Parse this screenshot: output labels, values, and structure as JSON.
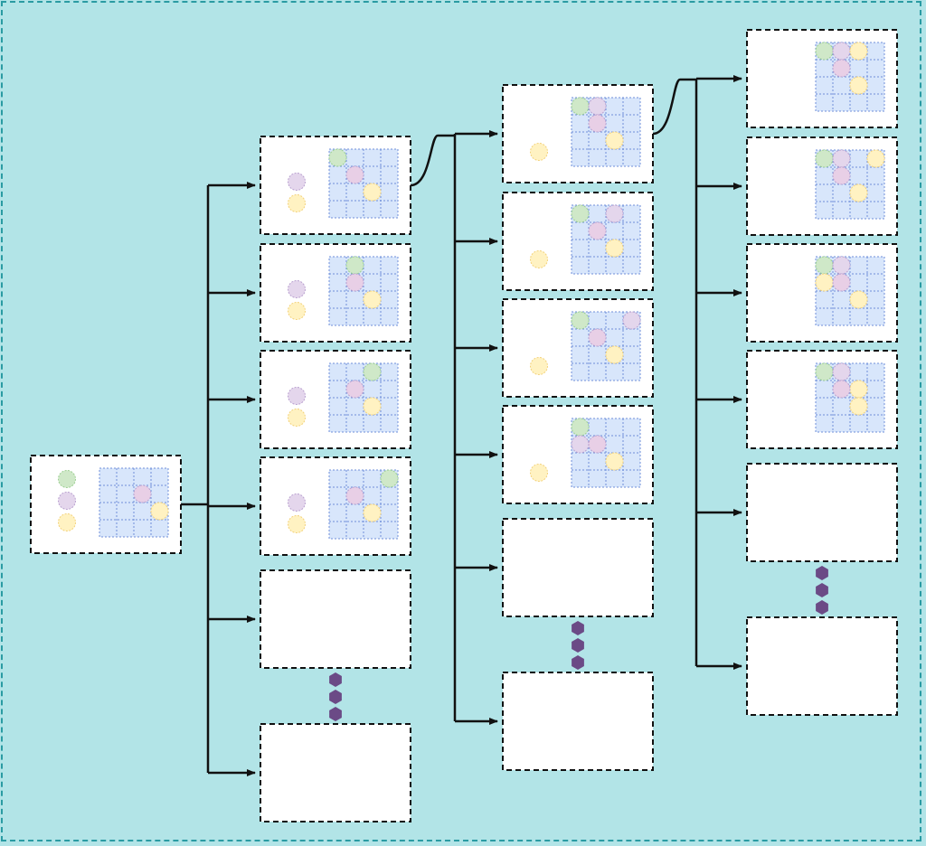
{
  "colors": {
    "background": "#b2e4e7",
    "frame_border": "#2a9ba3",
    "card_fill": "#ffffff",
    "card_border": "#111111",
    "arrow": "#111111",
    "grid_fill": "#d8e6fb",
    "grid_line": "#6f8fd8",
    "piece_green": "#cfe8c8",
    "piece_green_stroke": "#9ccf92",
    "piece_purple": "#e4d6ec",
    "piece_purple_stroke": "#b9a0cf",
    "piece_yellow": "#fff2c2",
    "piece_yellow_stroke": "#f3d27a",
    "piece_pink": "#e8cfe6",
    "ellipsis_dot": "#6b4a86"
  },
  "grid": {
    "rows": 4,
    "cols": 4
  },
  "pieces": [
    "green",
    "purple",
    "yellow"
  ],
  "root": {
    "side": [
      "green",
      "purple",
      "yellow"
    ],
    "board": [
      [
        2,
        1,
        "pink"
      ],
      [
        3,
        2,
        "yellow"
      ]
    ]
  },
  "levels": [
    {
      "states": [
        {
          "side": [
            "purple",
            "yellow"
          ],
          "board": [
            [
              0,
              0,
              "green"
            ],
            [
              1,
              1,
              "pink"
            ],
            [
              2,
              2,
              "yellow"
            ]
          ]
        },
        {
          "side": [
            "purple",
            "yellow"
          ],
          "board": [
            [
              1,
              0,
              "green"
            ],
            [
              1,
              1,
              "pink"
            ],
            [
              2,
              2,
              "yellow"
            ]
          ]
        },
        {
          "side": [
            "purple",
            "yellow"
          ],
          "board": [
            [
              2,
              0,
              "green"
            ],
            [
              1,
              1,
              "pink"
            ],
            [
              2,
              2,
              "yellow"
            ]
          ]
        },
        {
          "side": [
            "purple",
            "yellow"
          ],
          "board": [
            [
              3,
              0,
              "green"
            ],
            [
              1,
              1,
              "pink"
            ],
            [
              2,
              2,
              "yellow"
            ]
          ]
        }
      ],
      "empty_before_ellipsis": 1,
      "empty_after_ellipsis": 1,
      "expanded_index": 0
    },
    {
      "states": [
        {
          "side": [
            "yellow"
          ],
          "board": [
            [
              0,
              0,
              "green"
            ],
            [
              1,
              0,
              "purple"
            ],
            [
              1,
              1,
              "pink"
            ],
            [
              2,
              2,
              "yellow"
            ]
          ]
        },
        {
          "side": [
            "yellow"
          ],
          "board": [
            [
              0,
              0,
              "green"
            ],
            [
              2,
              0,
              "purple"
            ],
            [
              1,
              1,
              "pink"
            ],
            [
              2,
              2,
              "yellow"
            ]
          ]
        },
        {
          "side": [
            "yellow"
          ],
          "board": [
            [
              0,
              0,
              "green"
            ],
            [
              3,
              0,
              "purple"
            ],
            [
              1,
              1,
              "pink"
            ],
            [
              2,
              2,
              "yellow"
            ]
          ]
        },
        {
          "side": [
            "yellow"
          ],
          "board": [
            [
              0,
              0,
              "green"
            ],
            [
              0,
              1,
              "purple"
            ],
            [
              1,
              1,
              "pink"
            ],
            [
              2,
              2,
              "yellow"
            ]
          ]
        }
      ],
      "empty_before_ellipsis": 1,
      "empty_after_ellipsis": 1,
      "expanded_index": 0
    },
    {
      "states": [
        {
          "side": [],
          "board": [
            [
              0,
              0,
              "green"
            ],
            [
              1,
              0,
              "purple"
            ],
            [
              2,
              0,
              "yellow"
            ],
            [
              1,
              1,
              "pink"
            ],
            [
              2,
              2,
              "yellow"
            ]
          ]
        },
        {
          "side": [],
          "board": [
            [
              0,
              0,
              "green"
            ],
            [
              1,
              0,
              "purple"
            ],
            [
              3,
              0,
              "yellow"
            ],
            [
              1,
              1,
              "pink"
            ],
            [
              2,
              2,
              "yellow"
            ]
          ]
        },
        {
          "side": [],
          "board": [
            [
              0,
              0,
              "green"
            ],
            [
              1,
              0,
              "purple"
            ],
            [
              0,
              1,
              "yellow"
            ],
            [
              1,
              1,
              "pink"
            ],
            [
              2,
              2,
              "yellow"
            ]
          ]
        },
        {
          "side": [],
          "board": [
            [
              0,
              0,
              "green"
            ],
            [
              1,
              0,
              "purple"
            ],
            [
              2,
              1,
              "yellow"
            ],
            [
              1,
              1,
              "pink"
            ],
            [
              2,
              2,
              "yellow"
            ]
          ]
        }
      ],
      "empty_before_ellipsis": 1,
      "empty_after_ellipsis": 1,
      "expanded_index": null
    }
  ]
}
